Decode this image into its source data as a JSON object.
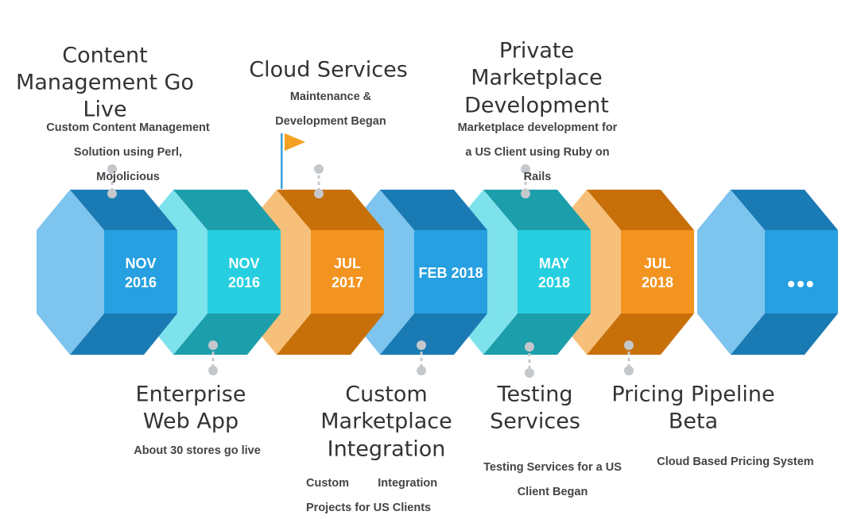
{
  "colors": {
    "blue": {
      "light": "#7dc4ee",
      "dark": "#1a7ab3",
      "front": "#26a0e0"
    },
    "cyan": {
      "light": "#7ee2ec",
      "dark": "#1c9eab",
      "front": "#25cfe0"
    },
    "orange": {
      "light": "#f7c07a",
      "dark": "#c7700a",
      "front": "#f39420"
    },
    "connector": "#c4c8cc",
    "flag": "#f5a020",
    "flag_pole": "#3aa0e0"
  },
  "blocks": [
    {
      "color": "blue",
      "line1": "NOV",
      "line2": "2016"
    },
    {
      "color": "cyan",
      "line1": "NOV",
      "line2": "2016"
    },
    {
      "color": "orange",
      "line1": "JUL",
      "line2": "2017"
    },
    {
      "color": "blue",
      "line1": "FEB 2018",
      "line2": ""
    },
    {
      "color": "cyan",
      "line1": "MAY",
      "line2": "2018"
    },
    {
      "color": "orange",
      "line1": "JUL",
      "line2": "2018"
    },
    {
      "color": "blue",
      "line1": "•••",
      "line2": ""
    }
  ],
  "events": {
    "content": {
      "title": [
        "Content",
        "Management  Go",
        "Live"
      ],
      "desc": [
        "Custom Content Management",
        "Solution using Perl,",
        "Mojolicious"
      ]
    },
    "cloud": {
      "title": [
        "Cloud Services"
      ],
      "desc": [
        "Maintenance &",
        "Development Began"
      ]
    },
    "private": {
      "title": [
        "Private",
        "Marketplace",
        "Development"
      ],
      "desc": [
        "Marketplace development for",
        "a US Client  using Ruby on",
        "Rails"
      ]
    },
    "enterprise": {
      "title": [
        "Enterprise",
        "Web App"
      ],
      "desc": [
        "About 30 stores go live"
      ]
    },
    "custom": {
      "title": [
        "Custom",
        "Marketplace",
        "Integration"
      ],
      "desc": [
        "Custom         Integration",
        "Projects for US Clients"
      ]
    },
    "testing": {
      "title": [
        "Testing",
        "Services"
      ],
      "desc": [
        "Testing Services for a US",
        "Client Began"
      ]
    },
    "pricing": {
      "title": [
        "Pricing Pipeline",
        "Beta"
      ],
      "desc": [
        "Cloud Based Pricing System"
      ]
    }
  }
}
